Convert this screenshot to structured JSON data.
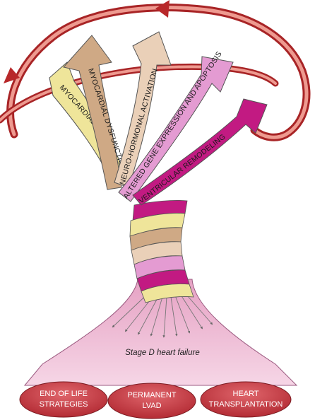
{
  "ribbons": [
    {
      "label": "MYOCARDIAL INSULT",
      "color": "#efe59a"
    },
    {
      "label": "MYOCARDIAL DYSFUNCTION",
      "color": "#cfa985"
    },
    {
      "label": "NEURO-HORMONAL ACTIVATION",
      "color": "#ead0b8"
    },
    {
      "label": "ALTERED GENE EXPRESSION AND APOPTOSIS",
      "color": "#e49bd2"
    },
    {
      "label": "VENTRICULAR REMODELING",
      "color": "#c21a82"
    }
  ],
  "cycle_arrow_color": "#c8362f",
  "base": {
    "label": "Stage D heart failure",
    "color": "#f3c6db"
  },
  "outcomes": [
    {
      "lines": [
        "END OF LIFE",
        "STRATEGIES"
      ]
    },
    {
      "lines": [
        "PERMANENT",
        "LVAD"
      ]
    },
    {
      "lines": [
        "HEART",
        "TRANSPLANTATION"
      ]
    }
  ],
  "outcome_color": "#c63a44"
}
